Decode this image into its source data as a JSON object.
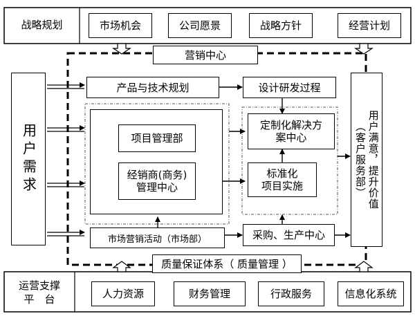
{
  "strategy": {
    "label": "战略规划",
    "items": [
      "市场机会",
      "公司愿景",
      "战略方针",
      "经营计划"
    ]
  },
  "marketing_center": "营销中心",
  "user_demand": "用户需求",
  "product_planning": "产品与技术规划",
  "rd_process": "设计研发过程",
  "project_dept": "项目管理部",
  "distributor_center": [
    "经销商(商务)",
    "管理中心"
  ],
  "custom_solution": [
    "定制化解决方",
    "案中心"
  ],
  "standard_impl": [
    "标准化",
    "项目实施"
  ],
  "marketing_activity": "市场营销活动（市场部）",
  "procurement": "采购、生产中心",
  "user_satisfaction": [
    "用户满意，提升价值",
    "（客户服务部）"
  ],
  "quality_system": "质量保证体系（ 质量管理 ）",
  "support": {
    "label": [
      "运营支撑",
      "平　台"
    ],
    "items": [
      "人力资源",
      "财务管理",
      "行政服务",
      "信息化系统"
    ]
  }
}
